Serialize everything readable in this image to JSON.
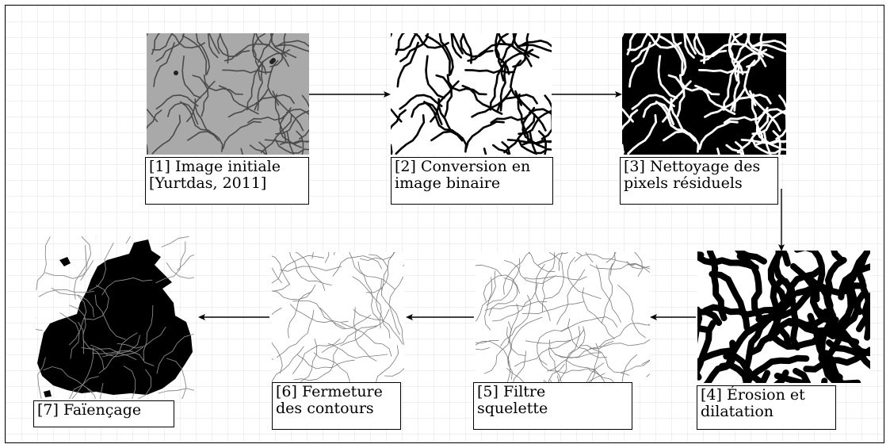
{
  "steps": [
    {
      "id": 1,
      "label": "[1] Image initiale\n[Yurtdas, 2011]",
      "icon": "photo-crack-grayscale"
    },
    {
      "id": 2,
      "label": "[2] Conversion en\nimage binaire",
      "icon": "binary-crack-black-on-white"
    },
    {
      "id": 3,
      "label": "[3] Nettoyage des\npixels résiduels",
      "icon": "binary-crack-white-on-black"
    },
    {
      "id": 4,
      "label": "[4] Érosion et\ndilatation",
      "icon": "thick-crack-network"
    },
    {
      "id": 5,
      "label": "[5] Filtre\nsquelette",
      "icon": "skeleton-lines"
    },
    {
      "id": 6,
      "label": "[6] Fermeture\ndes contours",
      "icon": "closed-contours"
    },
    {
      "id": 7,
      "label": "[7] Faïençage",
      "icon": "crazing-cell-map"
    }
  ],
  "colors": {
    "ink": "#000000",
    "photo_bg": "#a9a9a9",
    "photo_crack": "#4a4a4a",
    "thin_line": "#7a7a7a"
  }
}
